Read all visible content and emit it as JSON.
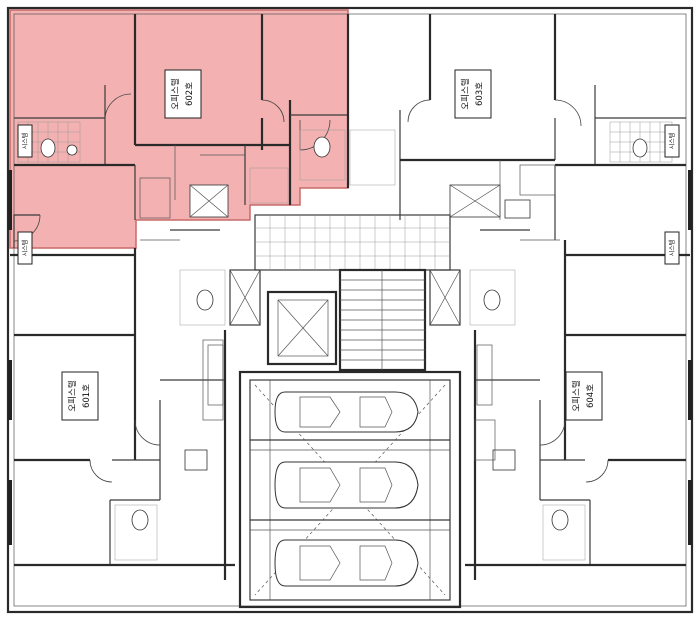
{
  "units": [
    {
      "id": "602",
      "name": "오피스텔",
      "number": "602호",
      "highlighted": true
    },
    {
      "id": "603",
      "name": "오피스텔",
      "number": "603호",
      "highlighted": false
    },
    {
      "id": "601",
      "name": "오피스텔",
      "number": "601호",
      "highlighted": false
    },
    {
      "id": "604",
      "name": "오피스텔",
      "number": "604호",
      "highlighted": false
    }
  ],
  "side_labels": [
    "시스템",
    "시스템",
    "시스템",
    "시스템"
  ],
  "colors": {
    "highlight": "#f2a3a3",
    "highlight_stroke": "#c86a6a",
    "walls": "#2a2a2a"
  }
}
